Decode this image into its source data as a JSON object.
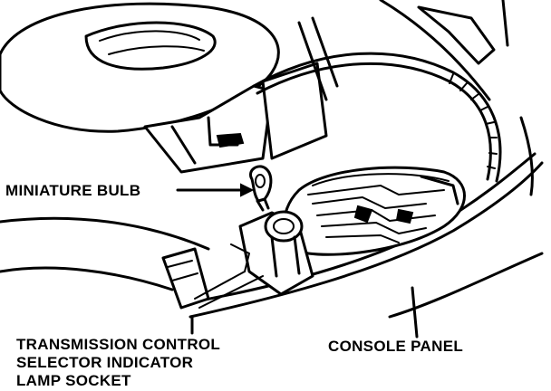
{
  "labels": {
    "miniature_bulb": "MINIATURE BULB",
    "socket_line1": "TRANSMISSION CONTROL",
    "socket_line2": "SELECTOR INDICATOR",
    "socket_line3": "LAMP SOCKET",
    "console_panel": "CONSOLE PANEL"
  }
}
